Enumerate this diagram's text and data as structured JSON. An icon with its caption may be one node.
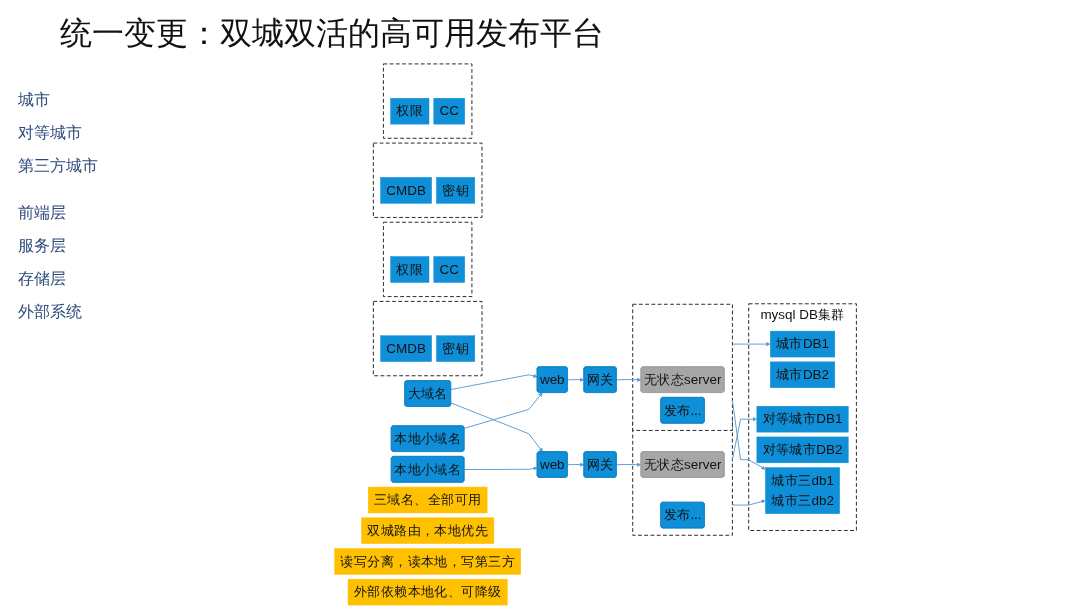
{
  "diagram": {
    "title": "统一变更：双城双活的高可用发布平台",
    "nodes": [
      {
        "text": [
          "大域名"
        ]
      },
      {
        "text": [
          "本地小域名"
        ]
      },
      {
        "text": [
          "本地小域名"
        ]
      },
      {
        "text": [
          "三域名、全部可用"
        ]
      },
      {
        "text": [
          "web"
        ]
      },
      {
        "text": [
          "web"
        ]
      },
      {
        "text": [
          "网关"
        ]
      },
      {
        "text": [
          "网关"
        ]
      },
      {
        "text": [
          "双城路由，本地优先"
        ]
      },
      {
        "text": [],
        "shape": "box"
      },
      {
        "text": [
          "无状态server"
        ],
        "in": 9
      },
      {
        "text": [
          "发布..."
        ],
        "in": 9
      },
      {
        "text": [],
        "shape": "box"
      },
      {
        "text": [
          "无状态server"
        ],
        "in": 12
      },
      {
        "text": [
          "发布..."
        ],
        "in": 12
      },
      {
        "text": [
          "读写分离，读本地，写第三方"
        ]
      },
      {
        "text": [
          "mysql DB集群"
        ]
      },
      {
        "text": [
          "城市DB1"
        ],
        "in": 16
      },
      {
        "text": [
          "城市DB2"
        ],
        "in": 16
      },
      {
        "text": [
          "对等城市DB1"
        ],
        "in": 16
      },
      {
        "text": [
          "对等城市DB2"
        ],
        "in": 16
      },
      {
        "text": [
          "城市三db1",
          "城市三db2"
        ],
        "in": 16
      },
      {
        "text": [],
        "shape": "box"
      },
      {
        "text": [
          "CMDB"
        ],
        "in": 22
      },
      {
        "text": [
          "密钥"
        ],
        "in": 22
      },
      {
        "text": [],
        "shape": "box"
      },
      {
        "text": [
          "权限"
        ],
        "in": 25
      },
      {
        "text": [
          "CC"
        ],
        "in": 25
      },
      {
        "text": [],
        "shape": "box"
      },
      {
        "text": [
          "CMDB"
        ],
        "in": 28
      },
      {
        "text": [
          "密钥"
        ],
        "in": 28
      },
      {
        "text": [],
        "shape": "box"
      },
      {
        "text": [
          "权限"
        ],
        "in": 31
      },
      {
        "text": [
          "CC"
        ],
        "in": 31
      },
      {
        "text": [
          "外部依赖本地化、可降级"
        ]
      }
    ],
    "edges": [
      {
        "from": 0,
        "to": 4,
        "arrow": "to"
      },
      {
        "from": 0,
        "to": 5,
        "arrow": "to"
      },
      {
        "from": 1,
        "to": 4,
        "arrow": "to"
      },
      {
        "from": 2,
        "to": 5,
        "arrow": "to"
      },
      {
        "from": 4,
        "to": 6,
        "arrow": "to"
      },
      {
        "from": 5,
        "to": 7,
        "arrow": "to"
      },
      {
        "from": 6,
        "to": 10,
        "arrow": "to"
      },
      {
        "from": 7,
        "to": 13,
        "arrow": "to"
      },
      {
        "from": 9,
        "to": 17,
        "arrow": "to"
      },
      {
        "from": 9,
        "to": 21,
        "arrow": "to"
      },
      {
        "from": 12,
        "to": 19,
        "arrow": "to"
      },
      {
        "from": 12,
        "to": 21,
        "arrow": "to"
      }
    ],
    "labels": [
      "城市",
      "对等城市",
      "第三方城市",
      "前端层",
      "服务层",
      "存储层",
      "外部系统"
    ]
  }
}
